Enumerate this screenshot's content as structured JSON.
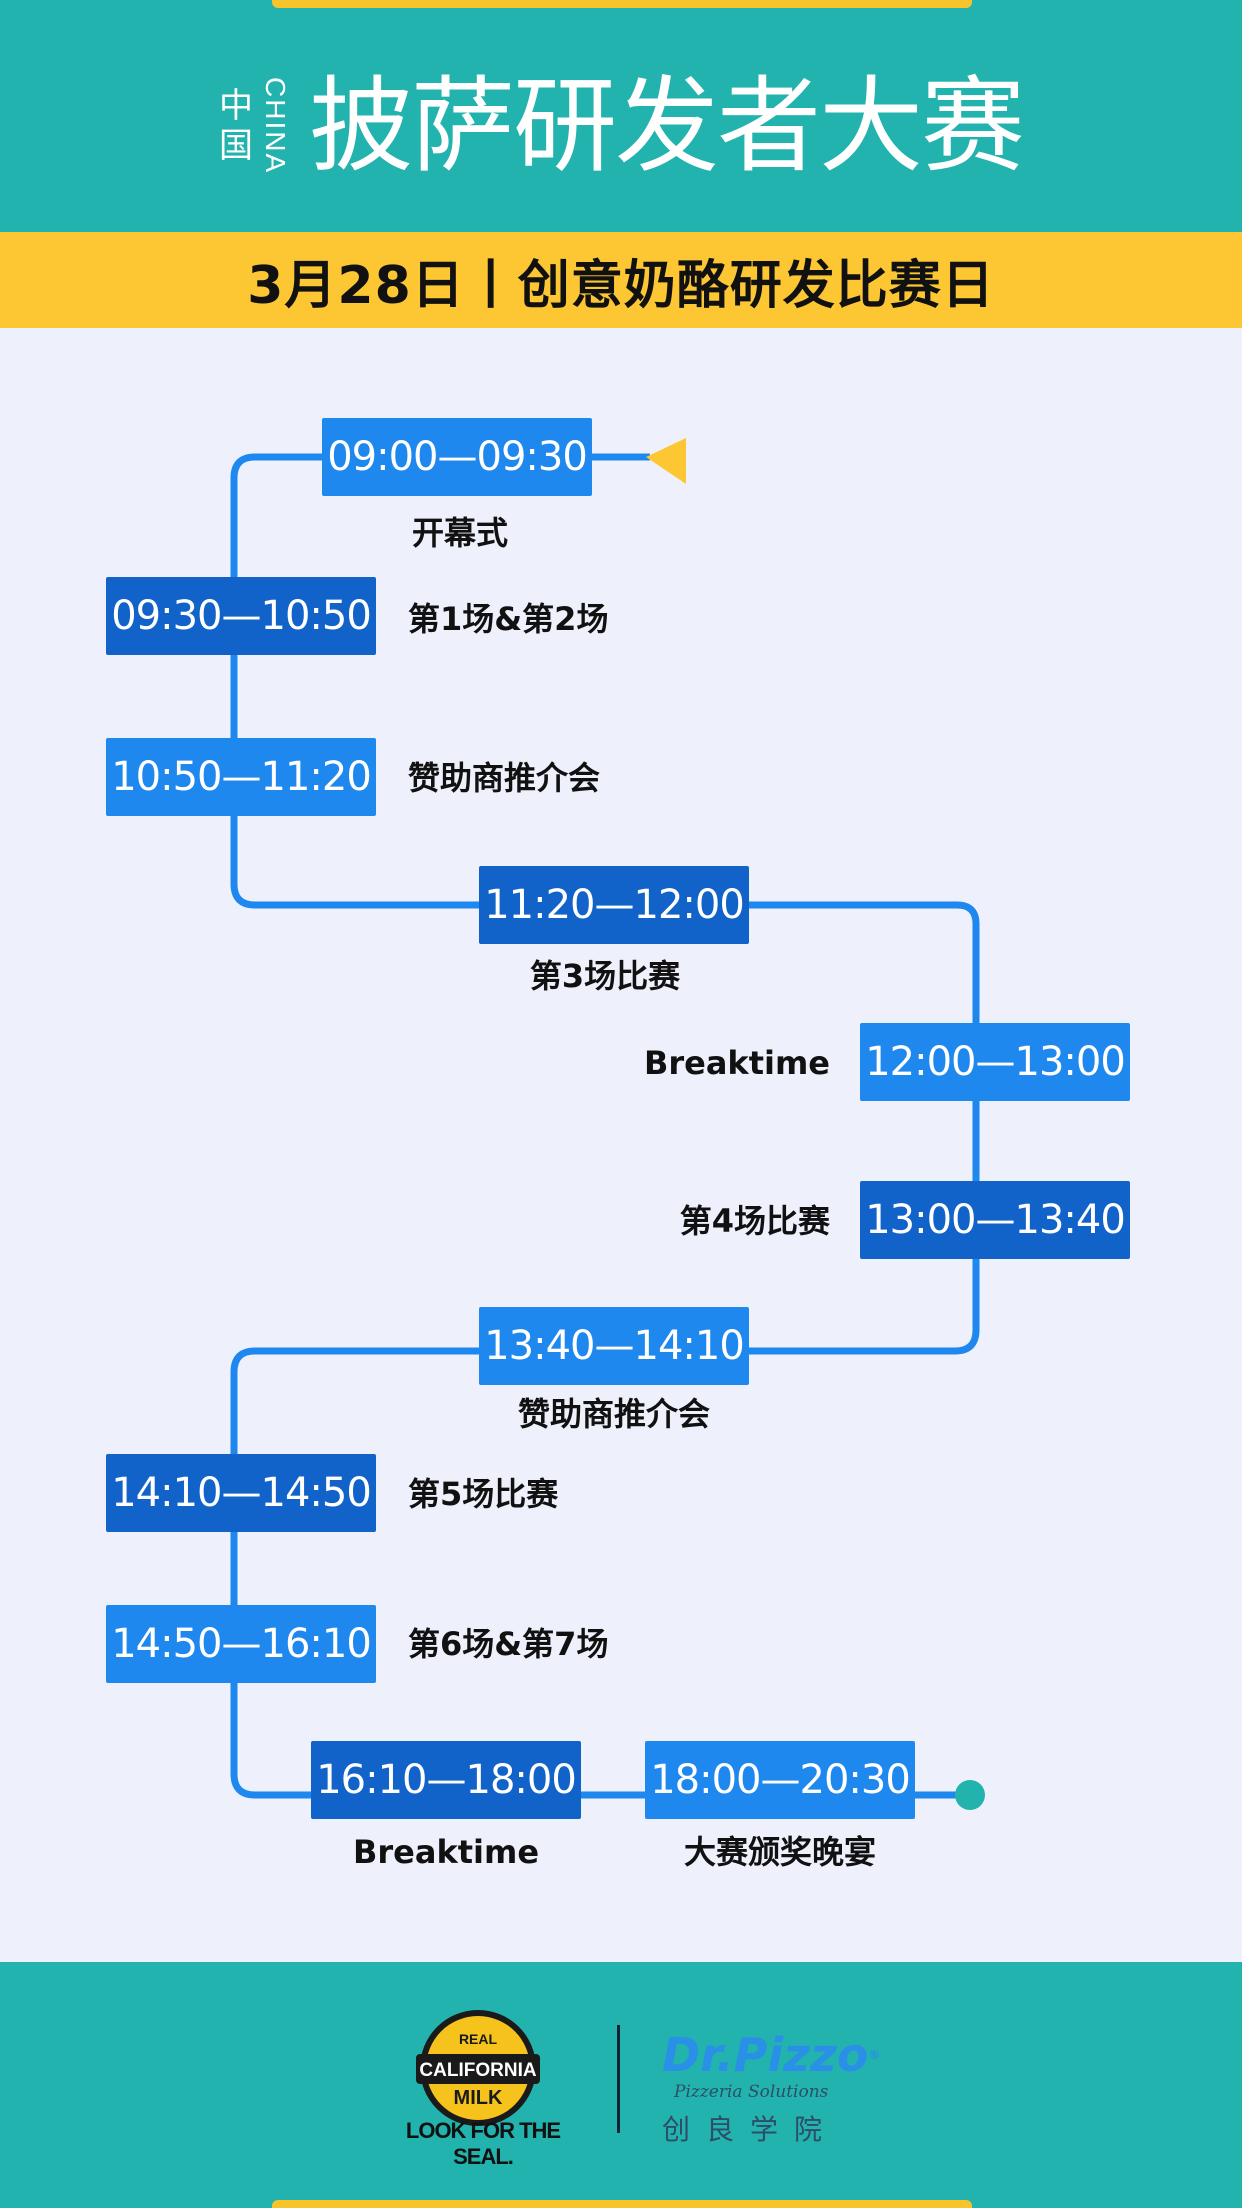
{
  "header": {
    "title_cn_small": [
      "中",
      "国"
    ],
    "title_en_small": "CHINA",
    "title_main": "披萨研发者大赛",
    "date_line": "3月28日丨创意奶酪研发比赛日"
  },
  "colors": {
    "teal": "#22b3ae",
    "yellow": "#fcc733",
    "box_light": "#1f88ef",
    "box_dark": "#1263c9",
    "line": "#1f88ef",
    "background": "#eef1fc"
  },
  "schedule": [
    {
      "time": "09:00—09:30",
      "label": "开幕式"
    },
    {
      "time": "09:30—10:50",
      "label": "第1场&第2场"
    },
    {
      "time": "10:50—11:20",
      "label": "赞助商推介会"
    },
    {
      "time": "11:20—12:00",
      "label": "第3场比赛"
    },
    {
      "time": "12:00—13:00",
      "label": "Breaktime"
    },
    {
      "time": "13:00—13:40",
      "label": "第4场比赛"
    },
    {
      "time": "13:40—14:10",
      "label": "赞助商推介会"
    },
    {
      "time": "14:10—14:50",
      "label": "第5场比赛"
    },
    {
      "time": "14:50—16:10",
      "label": "第6场&第7场"
    },
    {
      "time": "16:10—18:00",
      "label": "Breaktime"
    },
    {
      "time": "18:00—20:30",
      "label": "大赛颁奖晚宴"
    }
  ],
  "footer": {
    "california_logo": {
      "top_word": "REAL",
      "middle_word": "CALIFORNIA",
      "bottom_word": "MILK",
      "tagline": "LOOK FOR THE SEAL."
    },
    "drpizzo_logo": {
      "name": "Dr.Pizzo",
      "reg": "®",
      "subtitle": "Pizzeria Solutions",
      "cn": "创良学院"
    }
  }
}
